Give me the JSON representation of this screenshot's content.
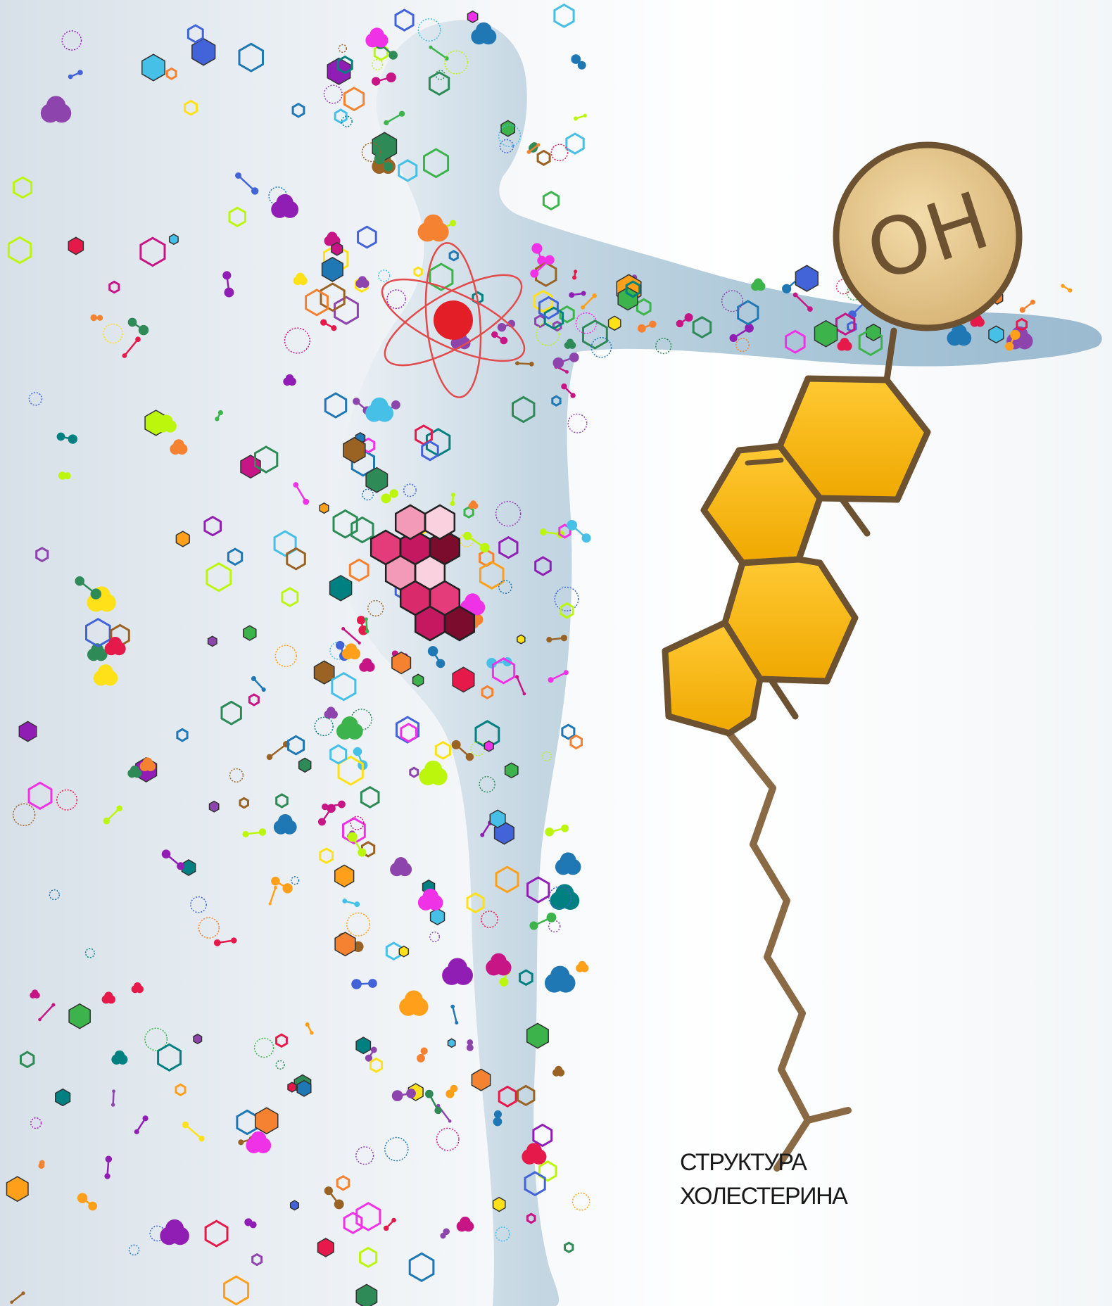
{
  "molecule": {
    "hydroxyl_label": "OH",
    "ring_fill": "#f6b80f",
    "ring_stroke": "#6d5232",
    "chain_color": "#8a6a45",
    "oh_fill": "#e7c88a"
  },
  "body": {
    "silhouette_color": "#a7c3d4"
  },
  "caption": {
    "line1": "СТРУКТУРА",
    "line2": "ХОЛЕСТЕРИНА"
  },
  "palette": [
    "#e6194b",
    "#3cb44b",
    "#ffe119",
    "#4363d8",
    "#f58231",
    "#911eb4",
    "#46c0e6",
    "#f032e6",
    "#bcf60c",
    "#008080",
    "#9a6324",
    "#c71585",
    "#2e8b57",
    "#ff9f1a",
    "#1f77b4",
    "#8e44ad"
  ]
}
